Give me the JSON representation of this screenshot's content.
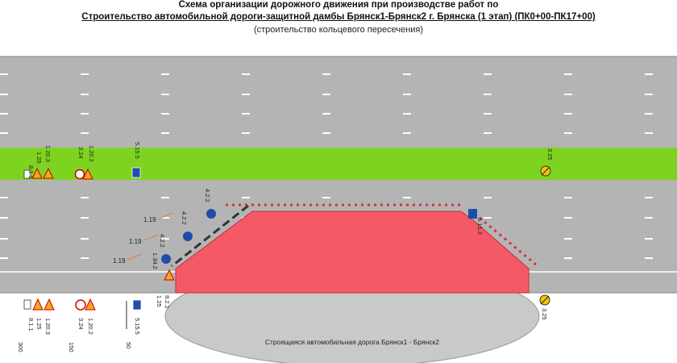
{
  "header": {
    "line1": "Схема организации дорожного движения при производстве работ по",
    "line2": "Строительство автомобильной дороги-защитной дамбы Брянск1-Брянск2 г. Брянска (1 этап) (ПК0+00-ПК17+00)",
    "line3": "(строительство кольцевого пересечения)"
  },
  "colors": {
    "road": "#b4b4b4",
    "median": "#7ed321",
    "work_zone": "#f45a66",
    "construction_area": "#c9c9c9",
    "cone_red": "#d9303a"
  },
  "median_signs": [
    {
      "icons": [
        "ped-300-icon",
        "warning-triangle-icon",
        "warning-triangle-icon"
      ],
      "codes": [
        "1.20.3",
        "1.25",
        "8.1.1"
      ]
    },
    {
      "icons": [
        "speed-limit-40-icon",
        "warning-triangle-icon"
      ],
      "codes": [
        "1.20.2",
        "3.24"
      ]
    },
    {
      "icons": [
        "lane-info-icon"
      ],
      "codes": [
        "5.15.5"
      ]
    },
    {
      "icons": [
        "end-limit-icon"
      ],
      "codes": [
        "3.25"
      ]
    }
  ],
  "bottom_signs": [
    {
      "icons": [
        "ped-300-icon",
        "warning-triangle-icon",
        "warning-triangle-icon"
      ],
      "codes": [
        "1.20.3",
        "1.25",
        "8.1.1"
      ],
      "distance": "300"
    },
    {
      "icons": [
        "speed-limit-40-icon",
        "warning-triangle-icon"
      ],
      "codes": [
        "1.20.2",
        "3.24"
      ],
      "distance": "150"
    },
    {
      "icons": [
        "lane-info-icon"
      ],
      "codes": [
        "5.15.5"
      ],
      "distance": "50"
    }
  ],
  "work_zone_signs": {
    "left_codes": [
      "4.2.2",
      "4.2.2",
      "4.2.2",
      "1.34.2"
    ],
    "corner_codes": [
      "1.25",
      "8.2.1"
    ],
    "right_code": "6.15.3",
    "end_code": "3.25"
  },
  "markings": [
    "1.19",
    "1.19",
    "1.19"
  ],
  "construction_label": "Строящаяся автомобильная дорога Брянск1 - Брянск2"
}
